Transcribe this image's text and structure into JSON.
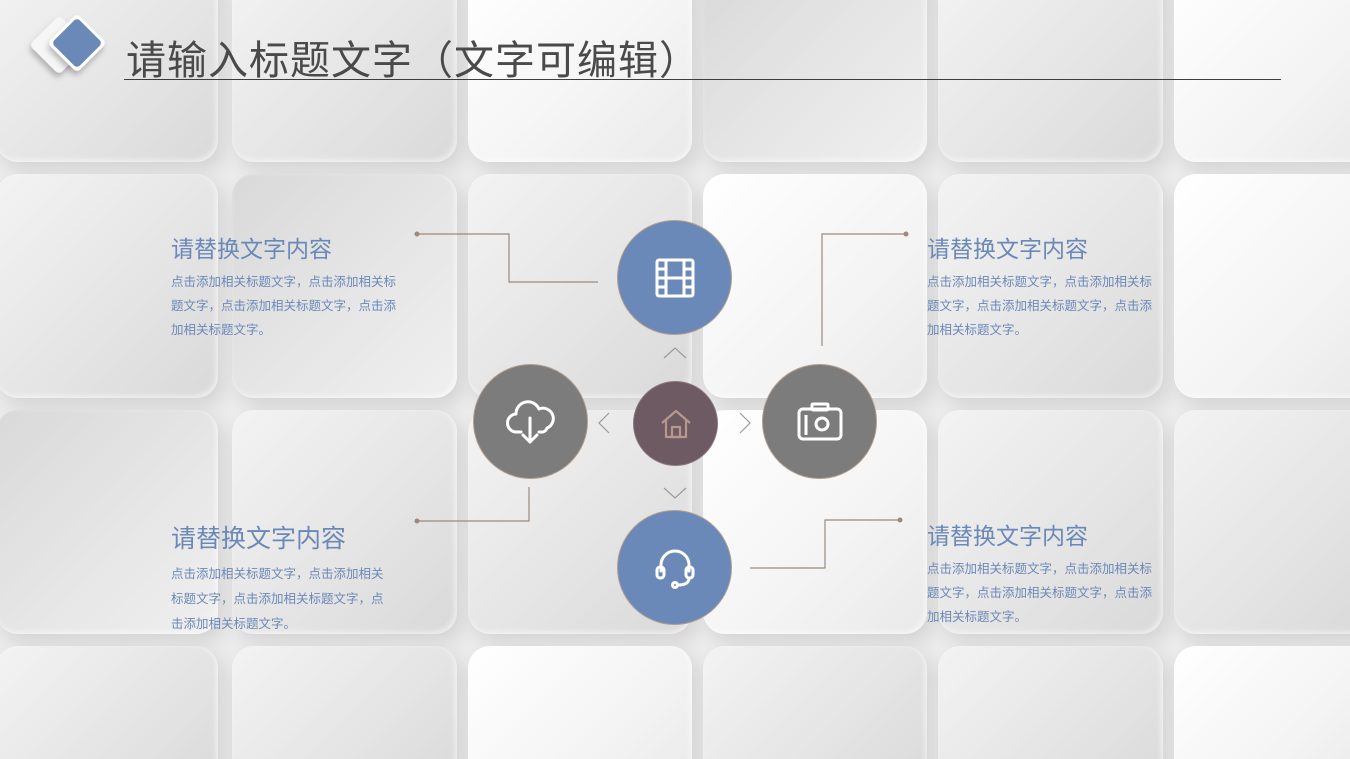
{
  "header": {
    "title": "请输入标题文字（文字可编辑）"
  },
  "items": [
    {
      "title": "请替换文字内容",
      "desc": "点击添加相关标题文字，点击添加相关标题文字，点击添加相关标题文字，点击添加相关标题文字。",
      "icon": "film-icon"
    },
    {
      "title": "请替换文字内容",
      "desc": "点击添加相关标题文字，点击添加相关标题文字，点击添加相关标题文字，点击添加相关标题文字。",
      "icon": "camera-icon"
    },
    {
      "title": "请替换文字内容",
      "desc": "点击添加相关标题文字，点击添加相关标题文字，点击添加相关标题文字，点击添加相关标题文字。",
      "icon": "cloud-download-icon"
    },
    {
      "title": "请替换文字内容",
      "desc": "点击添加相关标题文字，点击添加相关标题文字，点击添加相关标题文字，点击添加相关标题文字。",
      "icon": "headset-icon"
    }
  ],
  "center": {
    "icon": "home-icon"
  },
  "colors": {
    "blue": "#6a89b8",
    "gray": "#7c7c7c",
    "brown": "#6e5a63",
    "line": "#9c8a7e",
    "title": "#4a4a4a"
  }
}
